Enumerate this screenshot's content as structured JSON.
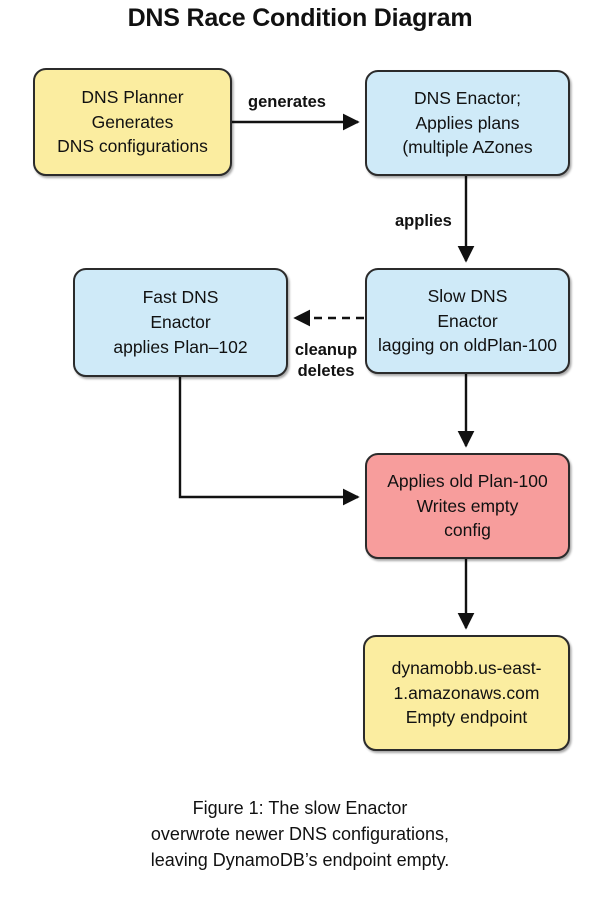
{
  "title": "DNS Race Condition Diagram",
  "colors": {
    "yellow": "#fbeda0",
    "blue": "#cfeaf8",
    "red": "#f79d9c",
    "stroke": "#2b2b2b",
    "text": "#111111",
    "background": "#ffffff"
  },
  "nodes": {
    "planner": {
      "id": "dns-planner",
      "color": "yellow",
      "lines": [
        "DNS Planner",
        "Generates",
        "DNS configurations"
      ]
    },
    "enactor": {
      "id": "dns-enactor",
      "color": "blue",
      "lines": [
        "DNS Enactor;",
        "Applies plans",
        "(multiple AZones"
      ]
    },
    "fast": {
      "id": "fast-dns-enactor",
      "color": "blue",
      "lines": [
        "Fast DNS",
        "Enactor",
        "applies Plan–102"
      ]
    },
    "slow": {
      "id": "slow-dns-enactor",
      "color": "blue",
      "lines": [
        "Slow DNS",
        "Enactor",
        "lagging on oldPlan-100"
      ]
    },
    "applies_old": {
      "id": "applies-old-plan",
      "color": "red",
      "lines": [
        "Applies old Plan-100",
        "Writes empty",
        "config"
      ]
    },
    "endpoint": {
      "id": "dynamodb-endpoint",
      "color": "yellow",
      "lines": [
        "dynamobb.us-east-",
        "1.amazonaws.com",
        "Empty endpoint"
      ]
    }
  },
  "edge_labels": {
    "generates": "generates",
    "applies": "applies",
    "cleanup_1": "cleanup",
    "cleanup_2": "deletes"
  },
  "edges": [
    {
      "from": "planner",
      "to": "enactor",
      "label": "generates",
      "style": "solid"
    },
    {
      "from": "enactor",
      "to": "slow",
      "label": "applies",
      "style": "solid"
    },
    {
      "from": "slow",
      "to": "fast",
      "label": "cleanup deletes",
      "style": "dashed"
    },
    {
      "from": "slow",
      "to": "applies_old",
      "label": "",
      "style": "solid"
    },
    {
      "from": "fast",
      "to": "applies_old",
      "label": "",
      "style": "solid-elbow"
    },
    {
      "from": "applies_old",
      "to": "endpoint",
      "label": "",
      "style": "solid"
    }
  ],
  "caption": {
    "lines": [
      "Figure 1:  The  slow Enactor",
      "overwrote newer DNS configurations,",
      "leaving DynamoDB’s endpoint empty."
    ]
  }
}
